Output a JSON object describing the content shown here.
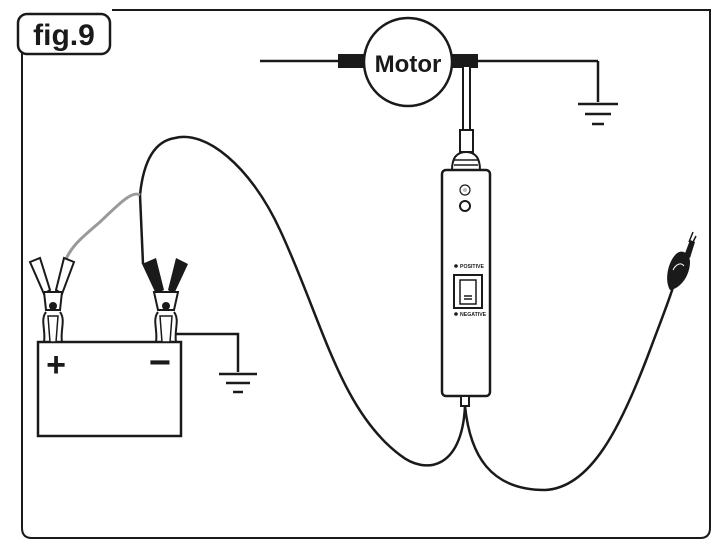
{
  "figure": {
    "label": "fig.9"
  },
  "motor": {
    "label": "Motor"
  },
  "battery": {
    "positive_symbol": "+",
    "negative_symbol": "−"
  },
  "probe": {
    "switch_top_label": "POSITIVE",
    "switch_bottom_label": "NEGATIVE"
  },
  "colors": {
    "line": "#1a1a1a",
    "wire_positive": "#9a9a9a",
    "background": "#ffffff"
  }
}
